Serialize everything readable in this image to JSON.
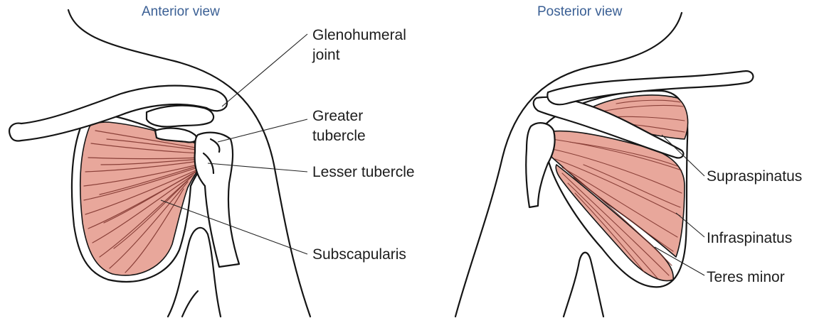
{
  "views": {
    "anterior": {
      "title": "Anterior view",
      "labels": {
        "glenohumeral_joint": [
          "Glenohumeral",
          "joint"
        ],
        "greater_tubercle": [
          "Greater",
          "tubercle"
        ],
        "lesser_tubercle": "Lesser tubercle",
        "subscapularis": "Subscapularis"
      }
    },
    "posterior": {
      "title": "Posterior view",
      "labels": {
        "supraspinatus": "Supraspinatus",
        "infraspinatus": "Infraspinatus",
        "teres_minor": "Teres minor"
      }
    }
  },
  "colors": {
    "muscle_fill": "#e8a79b",
    "muscle_striation": "#7a2f28",
    "outline": "#151515",
    "title": "#3a5f94"
  }
}
